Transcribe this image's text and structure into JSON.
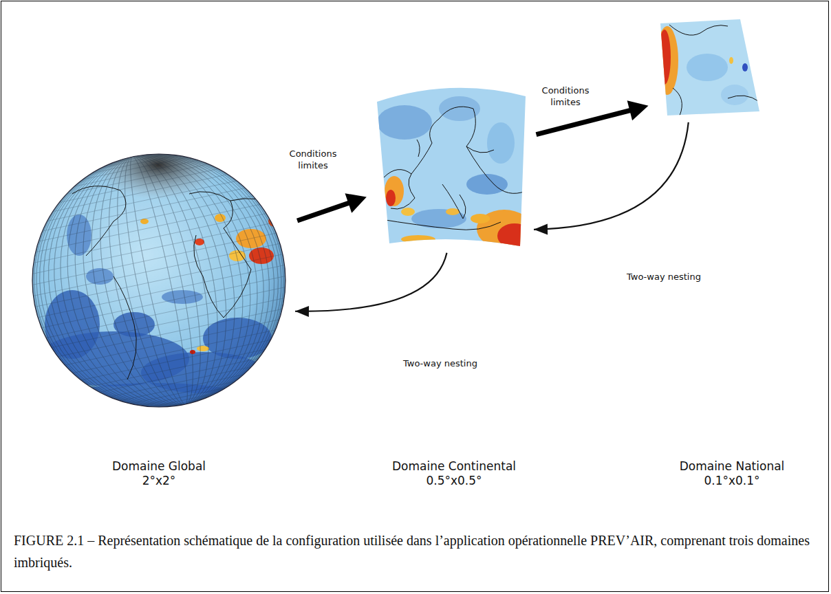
{
  "diagram": {
    "caption": "FIGURE 2.1 – Représentation schématique de la configuration utilisée dans l’application opérationnelle PREV’AIR, comprenant trois domaines imbriqués.",
    "nodes": [
      {
        "text": [
          "Domaine Global",
          "2°x2°"
        ]
      },
      {
        "text": [
          "Domaine Continental",
          "0.5°x0.5°"
        ]
      },
      {
        "text": [
          "Domaine National",
          "0.1°x0.1°"
        ]
      }
    ],
    "edges": [
      {
        "from": 0,
        "to": 1,
        "arrow": "to",
        "label": "Conditions limites"
      },
      {
        "from": 1,
        "to": 0,
        "arrow": "to",
        "label": "Two-way nesting"
      },
      {
        "from": 1,
        "to": 2,
        "arrow": "to",
        "label": "Conditions limites"
      },
      {
        "from": 2,
        "to": 1,
        "arrow": "to",
        "label": "Two-way nesting"
      }
    ]
  }
}
